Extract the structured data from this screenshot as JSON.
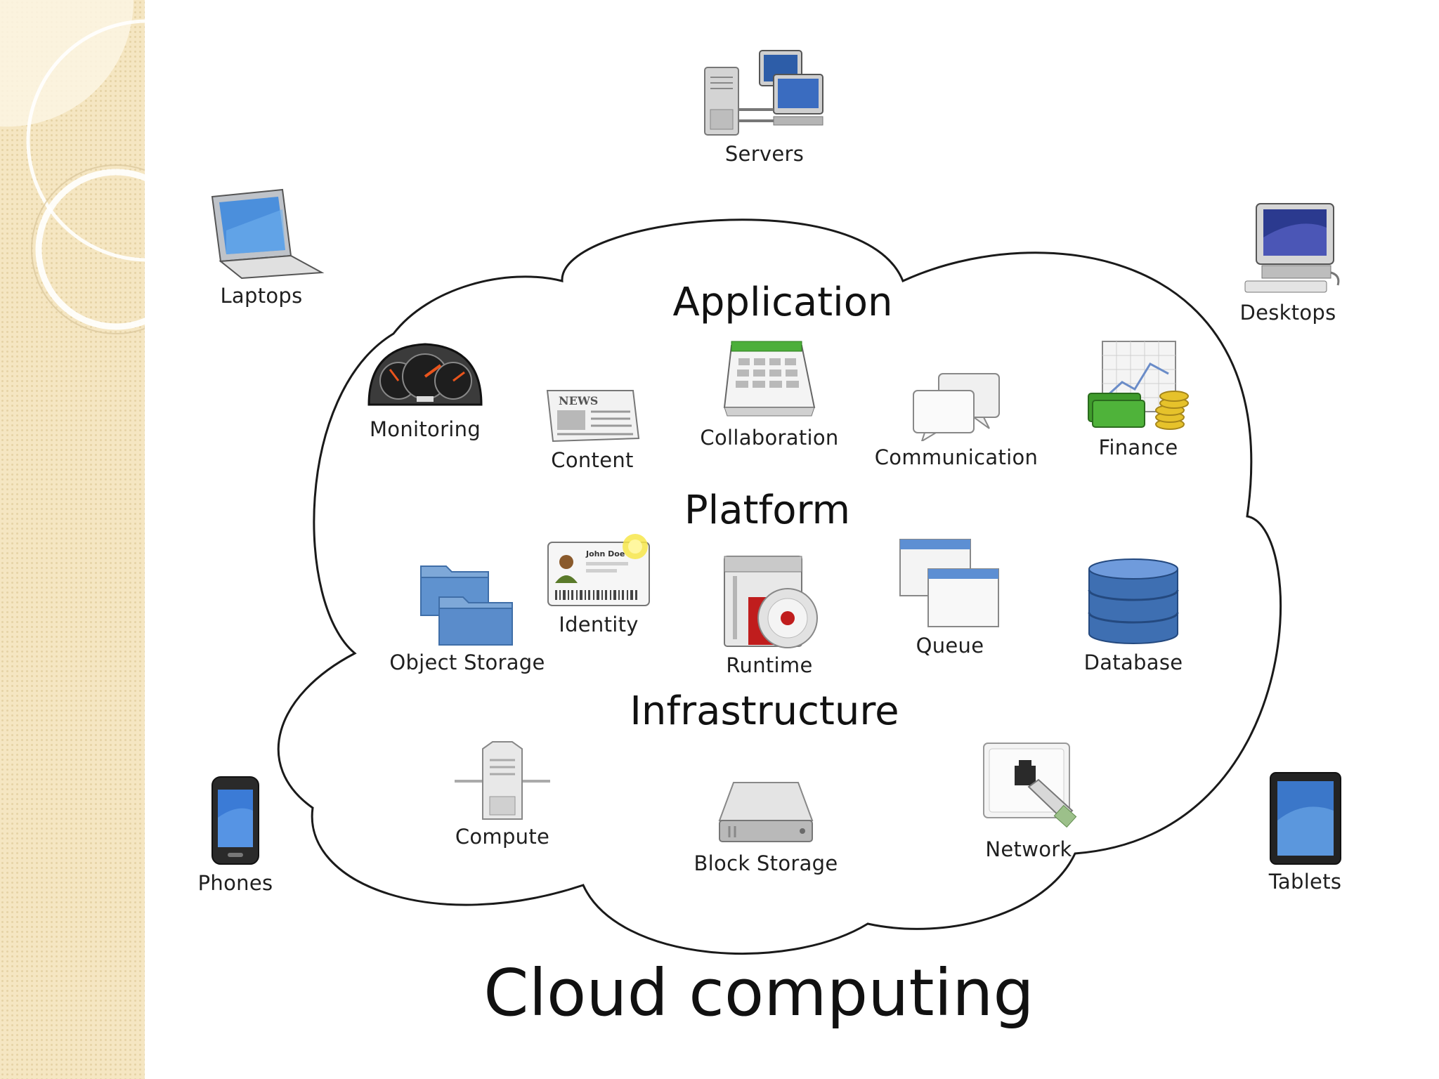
{
  "diagram": {
    "title": "Cloud computing",
    "layers": {
      "application": "Application",
      "platform": "Platform",
      "infrastructure": "Infrastructure"
    },
    "clients": {
      "servers": "Servers",
      "laptops": "Laptops",
      "desktops": "Desktops",
      "phones": "Phones",
      "tablets": "Tablets"
    },
    "application_items": {
      "monitoring": "Monitoring",
      "content": "Content",
      "collaboration": "Collaboration",
      "communication": "Communication",
      "finance": "Finance"
    },
    "platform_items": {
      "identity": "Identity",
      "object_storage": "Object Storage",
      "runtime": "Runtime",
      "queue": "Queue",
      "database": "Database"
    },
    "infrastructure_items": {
      "compute": "Compute",
      "block_storage": "Block Storage",
      "network": "Network"
    },
    "icon_text": {
      "news": "NEWS",
      "id_name": "John Doe"
    }
  }
}
